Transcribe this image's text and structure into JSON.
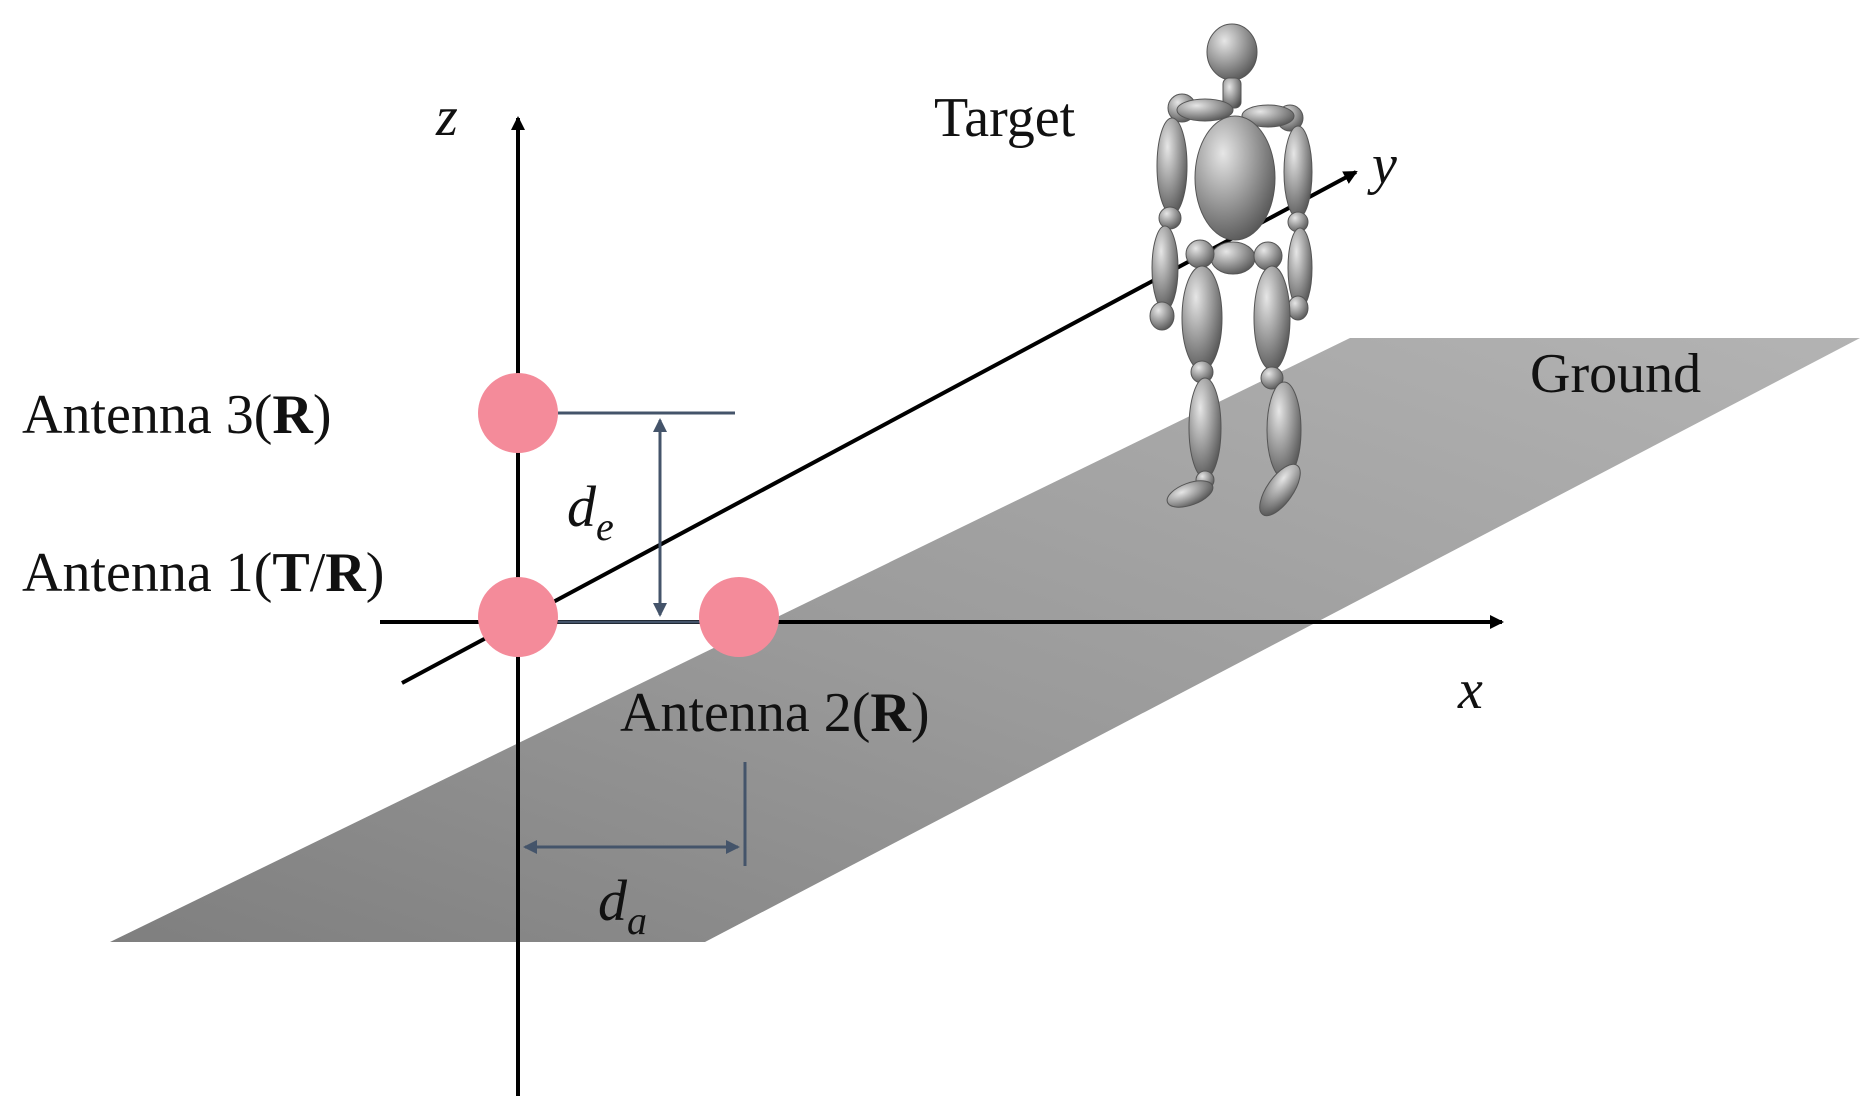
{
  "axes": {
    "x": "x",
    "y": "y",
    "z": "z"
  },
  "labels": {
    "target": "Target",
    "ground": "Ground",
    "antenna3": {
      "prefix": "Antenna 3(",
      "bold": "R",
      "suffix": ")"
    },
    "antenna1": {
      "prefix": "Antenna 1(",
      "bold1": "T",
      "slash": "/",
      "bold2": "R",
      "suffix": ")"
    },
    "antenna2": {
      "prefix": "Antenna 2(",
      "bold": "R",
      "suffix": ")"
    },
    "de": {
      "base": "d",
      "sub": "e"
    },
    "da": {
      "base": "d",
      "sub": "a"
    }
  },
  "colors": {
    "ground": "#a6a6a6",
    "ground_shade": "#7f7f7f",
    "antenna": "#f48b9a",
    "axis": "#000000",
    "dimension": "#44546a",
    "figure": "#8c8c8c"
  },
  "icons": {
    "target_figure": "human-mannequin-icon"
  }
}
